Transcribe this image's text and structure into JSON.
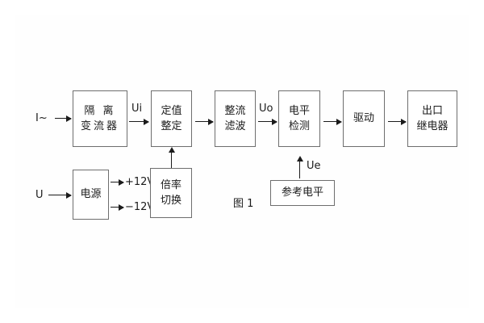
{
  "figure": {
    "caption": "图 1",
    "blocks": [
      {
        "id": "isolation-ct",
        "lines": [
          "隔 离",
          "变流器"
        ]
      },
      {
        "id": "setting",
        "lines": [
          "定值",
          "整定"
        ]
      },
      {
        "id": "rectify-filter",
        "lines": [
          "整流",
          "滤波"
        ]
      },
      {
        "id": "level-detect",
        "lines": [
          "电平",
          "检测"
        ]
      },
      {
        "id": "drive",
        "lines": [
          "驱动"
        ]
      },
      {
        "id": "output-relay",
        "lines": [
          "出口",
          "继电器"
        ]
      },
      {
        "id": "power-supply",
        "lines": [
          "电源"
        ]
      },
      {
        "id": "ratio-switch",
        "lines": [
          "倍率",
          "切换"
        ]
      },
      {
        "id": "reference-level",
        "lines": [
          "参考电平"
        ]
      }
    ],
    "signals": {
      "input_current": "I~",
      "input_voltage": "U",
      "ui": "Ui",
      "uo": "Uo",
      "ue": "Ue",
      "rail_pos": "+12V",
      "rail_neg": "−12V"
    },
    "colors": {
      "box_border": "#6e6e6e",
      "line": "#1b1b1b",
      "text": "#1b1b1b",
      "background": "#ffffff"
    }
  }
}
